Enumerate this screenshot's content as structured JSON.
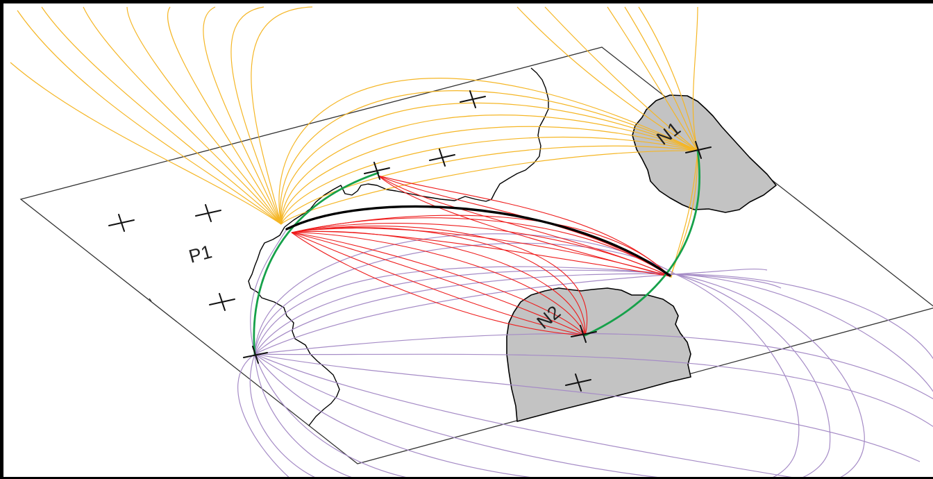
{
  "diagram": {
    "labels": {
      "p1": "P1",
      "n1": "N1",
      "n2": "N2"
    },
    "colors": {
      "background": "#ffffff",
      "plane_outline": "#333333",
      "shaded_region": "#c3c3c3",
      "field_lines_upper": "#f5b625",
      "field_lines_lower": "#a58bc6",
      "field_lines_connecting": "#ee1c1c",
      "separator": "#000000",
      "spines": "#16a14a"
    }
  }
}
